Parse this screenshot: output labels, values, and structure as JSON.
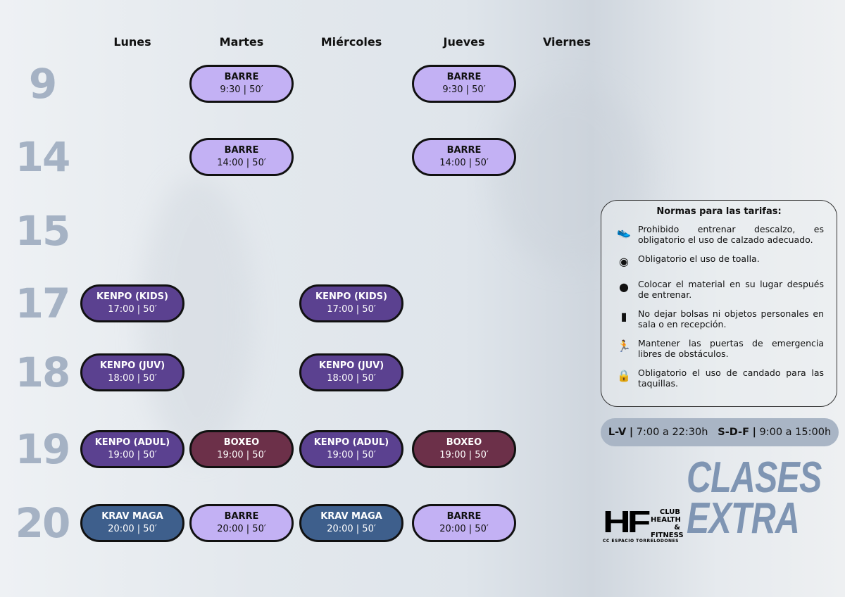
{
  "days": [
    "Lunes",
    "Martes",
    "Miércoles",
    "Jueves",
    "Viernes"
  ],
  "hours": [
    "9",
    "14",
    "15",
    "17",
    "18",
    "19",
    "20"
  ],
  "colors": {
    "barre": "#c3b1f4",
    "kenpo": "#5b4190",
    "boxeo": "#6c3049",
    "krav": "#3e5f8c",
    "hour_label": "#a5b2c4",
    "title": "#7f95b3"
  },
  "classes": [
    {
      "name": "BARRE",
      "time": "9:30 | 50′",
      "day": 1,
      "hour": 0,
      "type": "barre"
    },
    {
      "name": "BARRE",
      "time": "9:30 | 50′",
      "day": 3,
      "hour": 0,
      "type": "barre"
    },
    {
      "name": "BARRE",
      "time": "14:00 | 50′",
      "day": 1,
      "hour": 1,
      "type": "barre"
    },
    {
      "name": "BARRE",
      "time": "14:00 | 50′",
      "day": 3,
      "hour": 1,
      "type": "barre"
    },
    {
      "name": "KENPO (KIDS)",
      "time": "17:00 | 50′",
      "day": 0,
      "hour": 3,
      "type": "kenpo"
    },
    {
      "name": "KENPO (KIDS)",
      "time": "17:00 | 50′",
      "day": 2,
      "hour": 3,
      "type": "kenpo"
    },
    {
      "name": "KENPO (JUV)",
      "time": "18:00 | 50′",
      "day": 0,
      "hour": 4,
      "type": "kenpo"
    },
    {
      "name": "KENPO (JUV)",
      "time": "18:00 | 50′",
      "day": 2,
      "hour": 4,
      "type": "kenpo"
    },
    {
      "name": "KENPO (ADUL)",
      "time": "19:00 | 50′",
      "day": 0,
      "hour": 5,
      "type": "kenpo"
    },
    {
      "name": "BOXEO",
      "time": "19:00 | 50′",
      "day": 1,
      "hour": 5,
      "type": "boxeo"
    },
    {
      "name": "KENPO (ADUL)",
      "time": "19:00 | 50′",
      "day": 2,
      "hour": 5,
      "type": "kenpo"
    },
    {
      "name": "BOXEO",
      "time": "19:00 | 50′",
      "day": 3,
      "hour": 5,
      "type": "boxeo"
    },
    {
      "name": "KRAV MAGA",
      "time": "20:00 | 50′",
      "day": 0,
      "hour": 6,
      "type": "krav"
    },
    {
      "name": "BARRE",
      "time": "20:00 | 50′",
      "day": 1,
      "hour": 6,
      "type": "barre"
    },
    {
      "name": "KRAV MAGA",
      "time": "20:00 | 50′",
      "day": 2,
      "hour": 6,
      "type": "krav"
    },
    {
      "name": "BARRE",
      "time": "20:00 | 50′",
      "day": 3,
      "hour": 6,
      "type": "barre"
    }
  ],
  "rules": {
    "title": "Normas para las tarifas:",
    "items": [
      {
        "icon": "shoe-icon",
        "text": "Prohibido entrenar descalzo, es obligatorio el uso de calzado adecuado."
      },
      {
        "icon": "towel-icon",
        "text": "Obligatorio el uso de toalla."
      },
      {
        "icon": "kettlebell-icon",
        "text": "Colocar el material en su lugar después de entrenar."
      },
      {
        "icon": "backpack-icon",
        "text": "No dejar bolsas ni objetos personales en sala o en recepción."
      },
      {
        "icon": "emergency-exit-icon",
        "text": "Mantener las puertas de emergencia libres de obstáculos."
      },
      {
        "icon": "lock-icon",
        "text": "Obligatorio el uso de candado para las taquillas."
      }
    ]
  },
  "opening": {
    "weekdays_label": "L-V",
    "weekdays_hours": "7:00 a 22:30h",
    "weekend_label": "S-D-F",
    "weekend_hours": "9:00 a 15:00h"
  },
  "title": {
    "line1": "CLASES",
    "line2": "EXTRA"
  },
  "logo": {
    "mark": "HF",
    "club": "CLUB",
    "health": "HEALTH",
    "fitness": "& FITNESS",
    "subtitle": "CC ESPACIO TORRELODONES"
  }
}
